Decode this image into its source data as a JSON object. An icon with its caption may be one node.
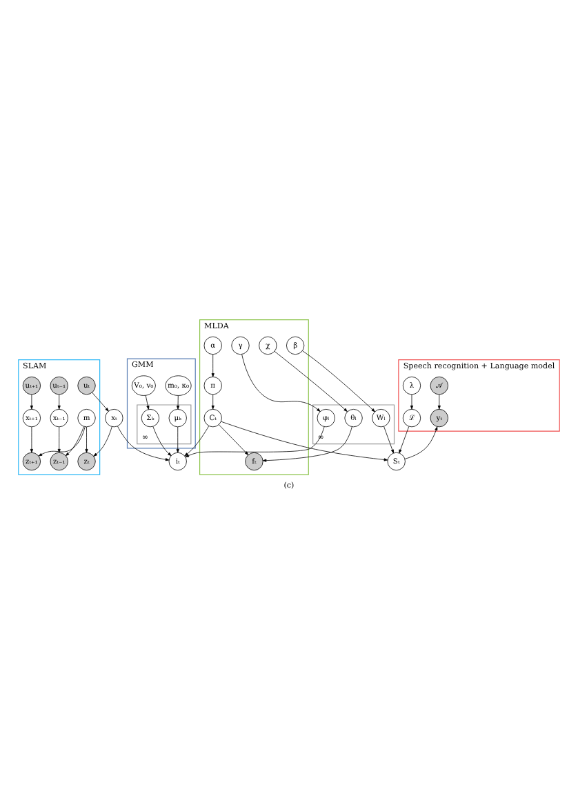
{
  "diagram": {
    "caption": "(c)",
    "nodes": [
      {
        "text": [
          "SLAM"
        ]
      },
      {
        "text": [
          "m"
        ],
        "in": 0
      },
      {
        "text": [
          "zₜ₋₁"
        ],
        "in": 0
      },
      {
        "text": [
          "zₜ"
        ],
        "in": 0
      },
      {
        "text": [
          "zₜ₊₁"
        ],
        "in": 0
      },
      {
        "text": [
          "uₜ₋₁"
        ],
        "in": 0
      },
      {
        "text": [
          "uₜ"
        ],
        "in": 0
      },
      {
        "text": [
          "uₜ₊₁"
        ],
        "in": 0
      },
      {
        "text": [
          "xₜ₋₁"
        ],
        "in": 0
      },
      {
        "text": [
          "xₜ"
        ]
      },
      {
        "text": [
          "xₜ₊₁"
        ],
        "in": 0
      },
      {
        "text": [
          "GMM"
        ]
      },
      {
        "text": [
          "∞"
        ],
        "in": 11
      },
      {
        "text": [
          "m₀, κ₀"
        ],
        "in": 11
      },
      {
        "text": [
          "μₖ"
        ],
        "in": 12
      },
      {
        "text": [
          "V₀, v₀"
        ],
        "in": 11
      },
      {
        "text": [
          "Σₖ"
        ],
        "in": 12
      },
      {
        "text": [
          "MLDA"
        ]
      },
      {
        "text": [
          "iₜ"
        ]
      },
      {
        "text": [
          "∞"
        ]
      },
      {
        "text": [
          "φₗ"
        ],
        "in": 19
      },
      {
        "text": [
          "γ"
        ],
        "in": 17
      },
      {
        "text": [
          "α"
        ],
        "in": 17
      },
      {
        "text": [
          "π"
        ],
        "in": 17
      },
      {
        "text": [
          "Cₜ"
        ],
        "in": 17
      },
      {
        "text": [
          "fₜ"
        ],
        "in": 17
      },
      {
        "text": [
          "θₗ"
        ],
        "in": 19
      },
      {
        "text": [
          "χ"
        ],
        "in": 17
      },
      {
        "text": [
          "Sₜ"
        ]
      },
      {
        "text": [
          "Wₗ"
        ],
        "in": 19
      },
      {
        "text": [
          "β"
        ],
        "in": 17
      },
      {
        "text": [
          "Speech recognition + Language model"
        ]
      },
      {
        "text": [
          "𝒜"
        ],
        "in": 31
      },
      {
        "text": [
          "yₜ"
        ],
        "in": 31
      },
      {
        "text": [
          "ℒ"
        ],
        "in": 31
      },
      {
        "text": [
          "λ"
        ],
        "in": 31
      }
    ],
    "edges": [
      {
        "from": 1,
        "to": 2,
        "arrow": "to"
      },
      {
        "from": 1,
        "to": 3,
        "arrow": "to"
      },
      {
        "from": 1,
        "to": 4,
        "arrow": "to"
      },
      {
        "from": 5,
        "to": 8,
        "arrow": "to"
      },
      {
        "from": 8,
        "to": 2,
        "arrow": "to"
      },
      {
        "from": 6,
        "to": 9,
        "arrow": "to"
      },
      {
        "from": 9,
        "to": 3,
        "arrow": "to"
      },
      {
        "from": 7,
        "to": 10,
        "arrow": "to"
      },
      {
        "from": 10,
        "to": 4,
        "arrow": "to"
      },
      {
        "from": 9,
        "to": 18,
        "arrow": "to"
      },
      {
        "from": 13,
        "to": 14,
        "arrow": "to"
      },
      {
        "from": 15,
        "to": 16,
        "arrow": "to"
      },
      {
        "from": 14,
        "to": 18,
        "arrow": "to"
      },
      {
        "from": 16,
        "to": 18,
        "arrow": "to"
      },
      {
        "from": 20,
        "to": 18,
        "arrow": "to"
      },
      {
        "from": 21,
        "to": 20,
        "arrow": "to"
      },
      {
        "from": 22,
        "to": 23,
        "arrow": "to"
      },
      {
        "from": 23,
        "to": 24,
        "arrow": "to"
      },
      {
        "from": 24,
        "to": 18,
        "arrow": "to"
      },
      {
        "from": 24,
        "to": 25,
        "arrow": "to"
      },
      {
        "from": 26,
        "to": 25,
        "arrow": "to"
      },
      {
        "from": 27,
        "to": 26,
        "arrow": "to"
      },
      {
        "from": 24,
        "to": 28,
        "arrow": "to"
      },
      {
        "from": 29,
        "to": 28,
        "arrow": "to"
      },
      {
        "from": 30,
        "to": 29,
        "arrow": "to"
      },
      {
        "from": 28,
        "to": 33,
        "arrow": "to"
      },
      {
        "from": 32,
        "to": 33,
        "arrow": "to"
      },
      {
        "from": 34,
        "to": 28,
        "arrow": "to"
      },
      {
        "from": 35,
        "to": 34,
        "arrow": "to"
      }
    ]
  }
}
